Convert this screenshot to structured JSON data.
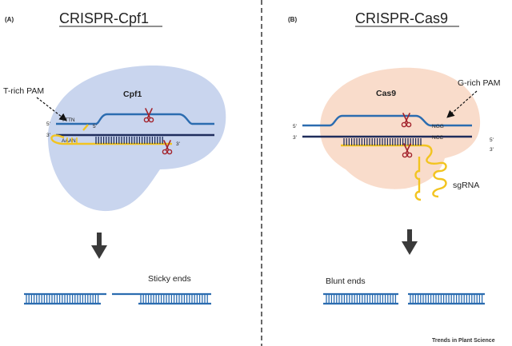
{
  "panel_a": {
    "letter": "(A)",
    "title": "CRISPR-Cpf1",
    "protein": "Cpf1",
    "pam_label": "T-rich PAM",
    "top_5prime": "5'",
    "bottom_3prime": "3'",
    "guide_5prime": "5'",
    "guide_3prime": "3'",
    "pam_top_seq": "TTTN",
    "pam_bottom_seq": "AAAN",
    "result_label": "Sticky ends",
    "colors": {
      "blob": "#c9d5ee",
      "top_strand": "#2b6cb0",
      "bottom_strand": "#1f2d5c",
      "guide_rna": "#f2c420",
      "scissors": "#a3232c"
    }
  },
  "panel_b": {
    "letter": "(B)",
    "title": "CRISPR-Cas9",
    "protein": "Cas9",
    "pam_label": "G-rich PAM",
    "left_5prime": "5'",
    "left_3prime": "3'",
    "right_5prime": "5'",
    "right_3prime": "3'",
    "pam_top_seq": "NGG",
    "pam_bottom_seq": "NCC",
    "rna_label": "sgRNA",
    "result_label": "Blunt ends",
    "colors": {
      "blob": "#f9dccb",
      "top_strand": "#2b6cb0",
      "bottom_strand": "#1f2d5c",
      "guide_rna": "#f2c420",
      "scissors": "#a3232c"
    }
  },
  "footer": {
    "journal": "Trends in Plant Science"
  },
  "colors": {
    "arrow": "#3a3a3a",
    "divider": "#444444",
    "product_strand": "#2b6cb0"
  },
  "icons": [
    "scissors-icon",
    "down-arrow-icon",
    "dashed-pointer-arrow-icon"
  ]
}
